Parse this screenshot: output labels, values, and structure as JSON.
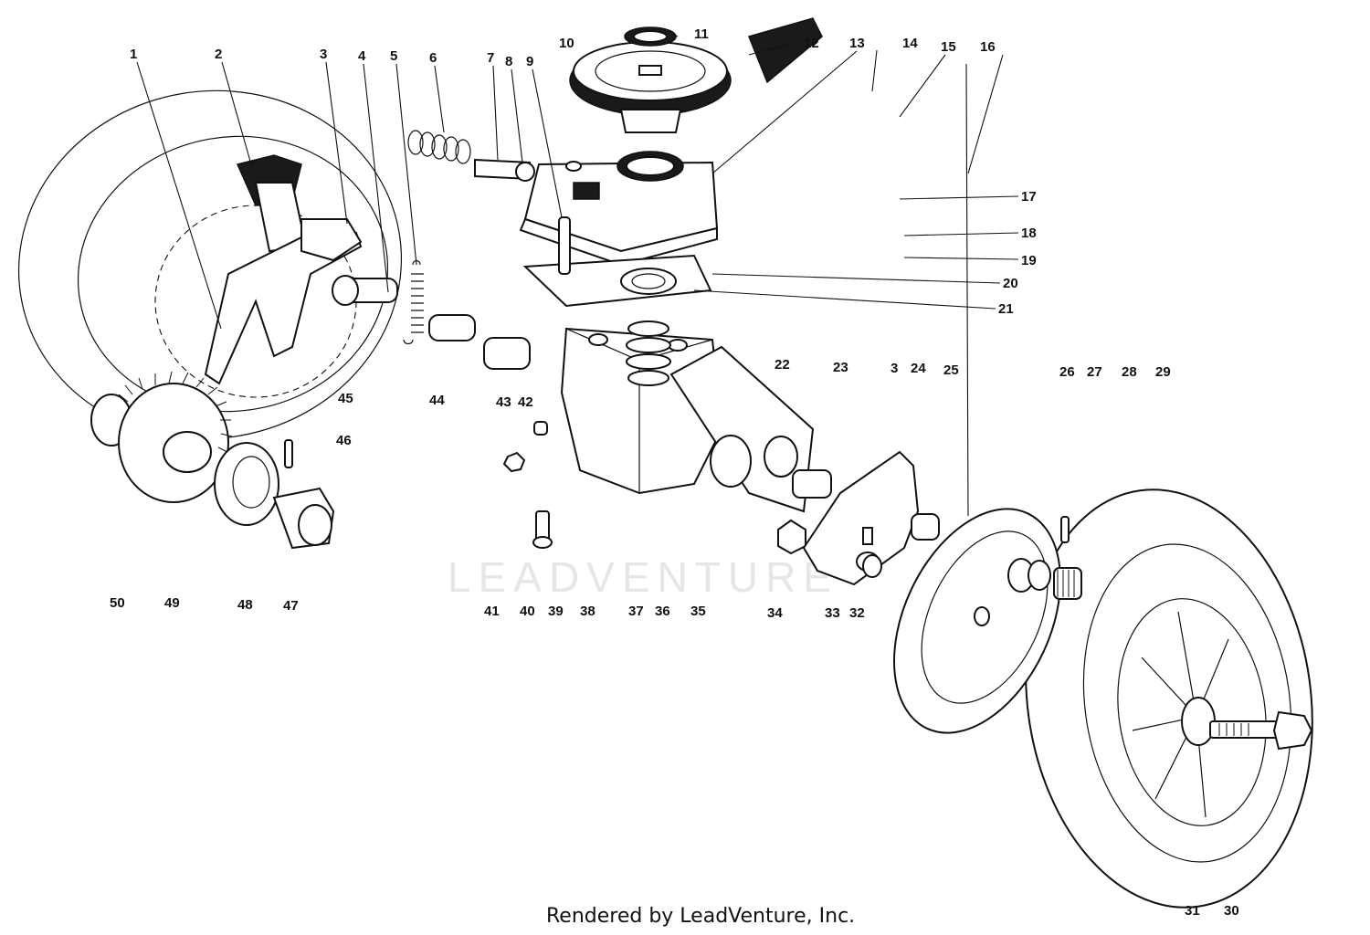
{
  "watermark": "LEADVENTURE",
  "footer": {
    "credit": "Rendered by LeadVenture, Inc."
  },
  "callouts": [
    "1",
    "2",
    "3",
    "4",
    "5",
    "6",
    "7",
    "8",
    "9",
    "10",
    "11",
    "12",
    "13",
    "14",
    "15",
    "16",
    "17",
    "18",
    "19",
    "20",
    "21",
    "22",
    "23",
    "3",
    "24",
    "25",
    "26",
    "27",
    "28",
    "29",
    "31",
    "30",
    "34",
    "33",
    "32",
    "35",
    "36",
    "37",
    "38",
    "39",
    "40",
    "41",
    "42",
    "43",
    "44",
    "45",
    "46",
    "47",
    "48",
    "49",
    "50"
  ],
  "colors": {
    "ink": "#111111",
    "background": "#ffffff",
    "watermark": "#e6e6e6"
  }
}
